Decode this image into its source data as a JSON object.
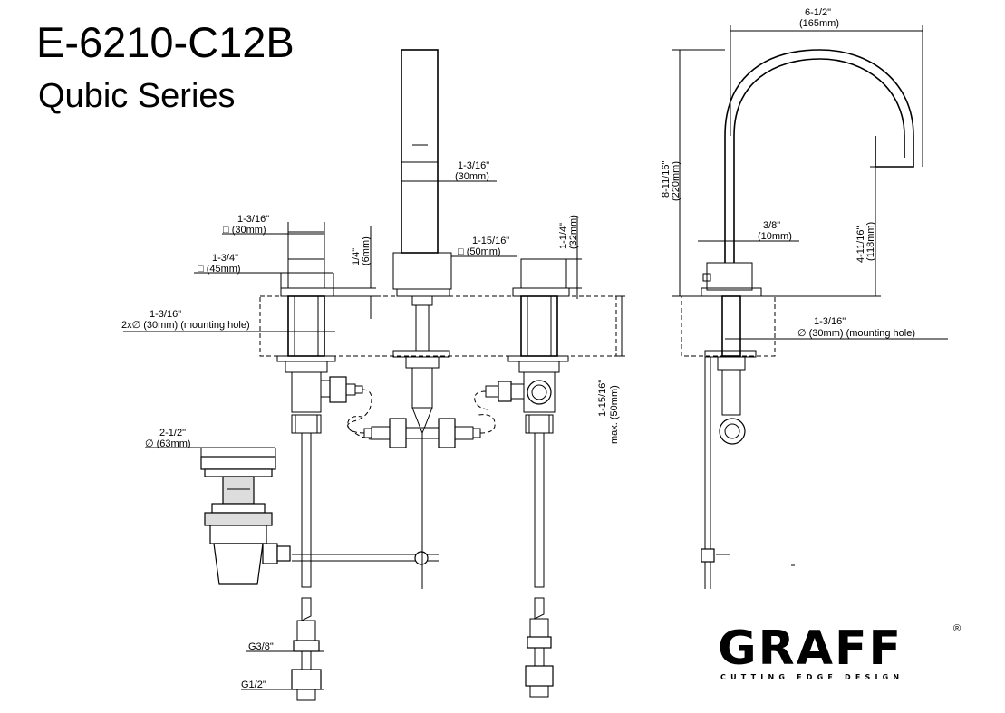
{
  "header": {
    "model": "E-6210-C12B",
    "series": "Qubic Series"
  },
  "dimensions": {
    "handle_square": {
      "imperial": "1-3/16\"",
      "metric": "□ (30mm)"
    },
    "base_square": {
      "imperial": "1-3/4\"",
      "metric": "□ (45mm)"
    },
    "mounting_hole_left": {
      "imperial": "1-3/16\"",
      "metric": "2x∅ (30mm) (mounting hole)"
    },
    "cap_height": {
      "imperial": "1/4\"",
      "metric": "(6mm)"
    },
    "spray_width": {
      "imperial": "1-3/16\"",
      "metric": "(30mm)"
    },
    "holder_square": {
      "imperial": "1-15/16\"",
      "metric": "□ (50mm)"
    },
    "holder_height": {
      "imperial": "1-1/4\"",
      "metric": "(32mm)"
    },
    "deck_thickness": {
      "imperial": "1-15/16\"",
      "metric": "max. (50mm)"
    },
    "drain": {
      "imperial": "2-1/2\"",
      "metric": "∅ (63mm)"
    },
    "thread_g38": {
      "label": "G3/8\""
    },
    "thread_g12": {
      "label": "G1/2\""
    },
    "spout_reach": {
      "imperial": "6-1/2\"",
      "metric": "(165mm)"
    },
    "spout_height": {
      "imperial": "8-11/16\"",
      "metric": "(220mm)"
    },
    "spout_clearance": {
      "imperial": "4-11/16\"",
      "metric": "(118mm)"
    },
    "spout_tube": {
      "imperial": "3/8\"",
      "metric": "(10mm)"
    },
    "mounting_hole_right": {
      "imperial": "1-3/16\"",
      "metric": "∅ (30mm) (mounting hole)"
    }
  },
  "brand": {
    "logo_text": "GRAFF",
    "registered": "®",
    "tagline": "CUTTING EDGE DESIGN"
  }
}
